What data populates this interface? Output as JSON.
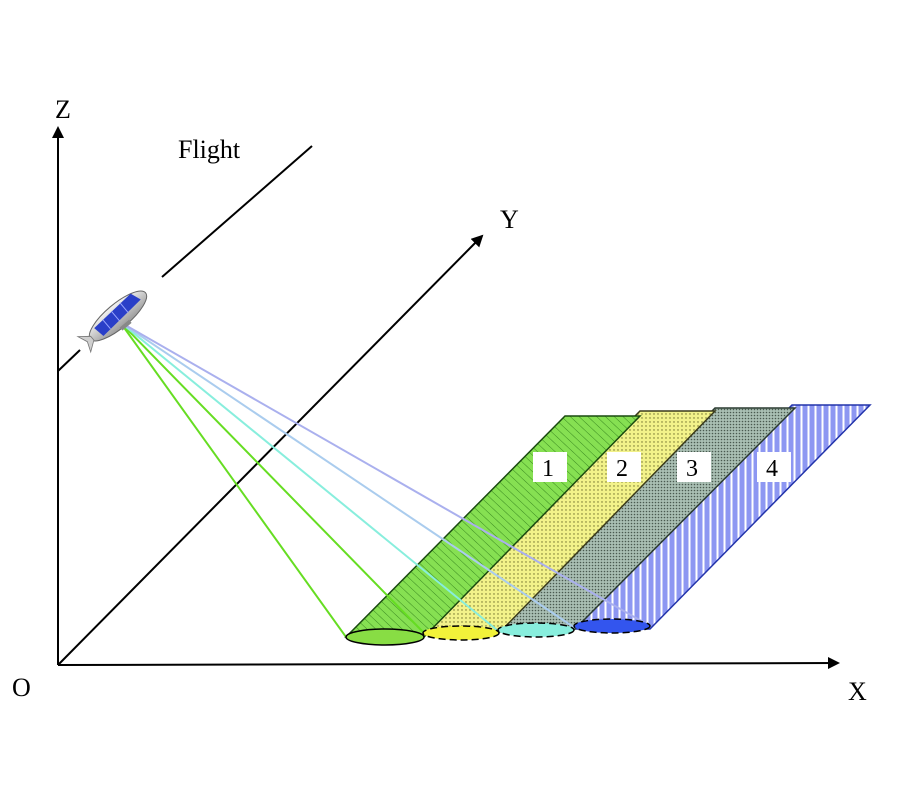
{
  "diagram": {
    "axes": {
      "z": "Z",
      "y": "Y",
      "x": "X",
      "origin": "O"
    },
    "flight_label": "Flight",
    "strips": [
      {
        "label": "1",
        "color": "#7ddc4a",
        "beam": "#66dd22",
        "footprint": "#88dd44"
      },
      {
        "label": "2",
        "color": "#f0f07a",
        "beam": "#88eedd",
        "footprint": "#f2f23a"
      },
      {
        "label": "3",
        "color": "#9fb6a8",
        "beam": "#aaccee",
        "footprint": "#88eedd"
      },
      {
        "label": "4",
        "color": "#8a94f0",
        "beam": "#aab0ee",
        "footprint": "#3355ee"
      }
    ]
  }
}
